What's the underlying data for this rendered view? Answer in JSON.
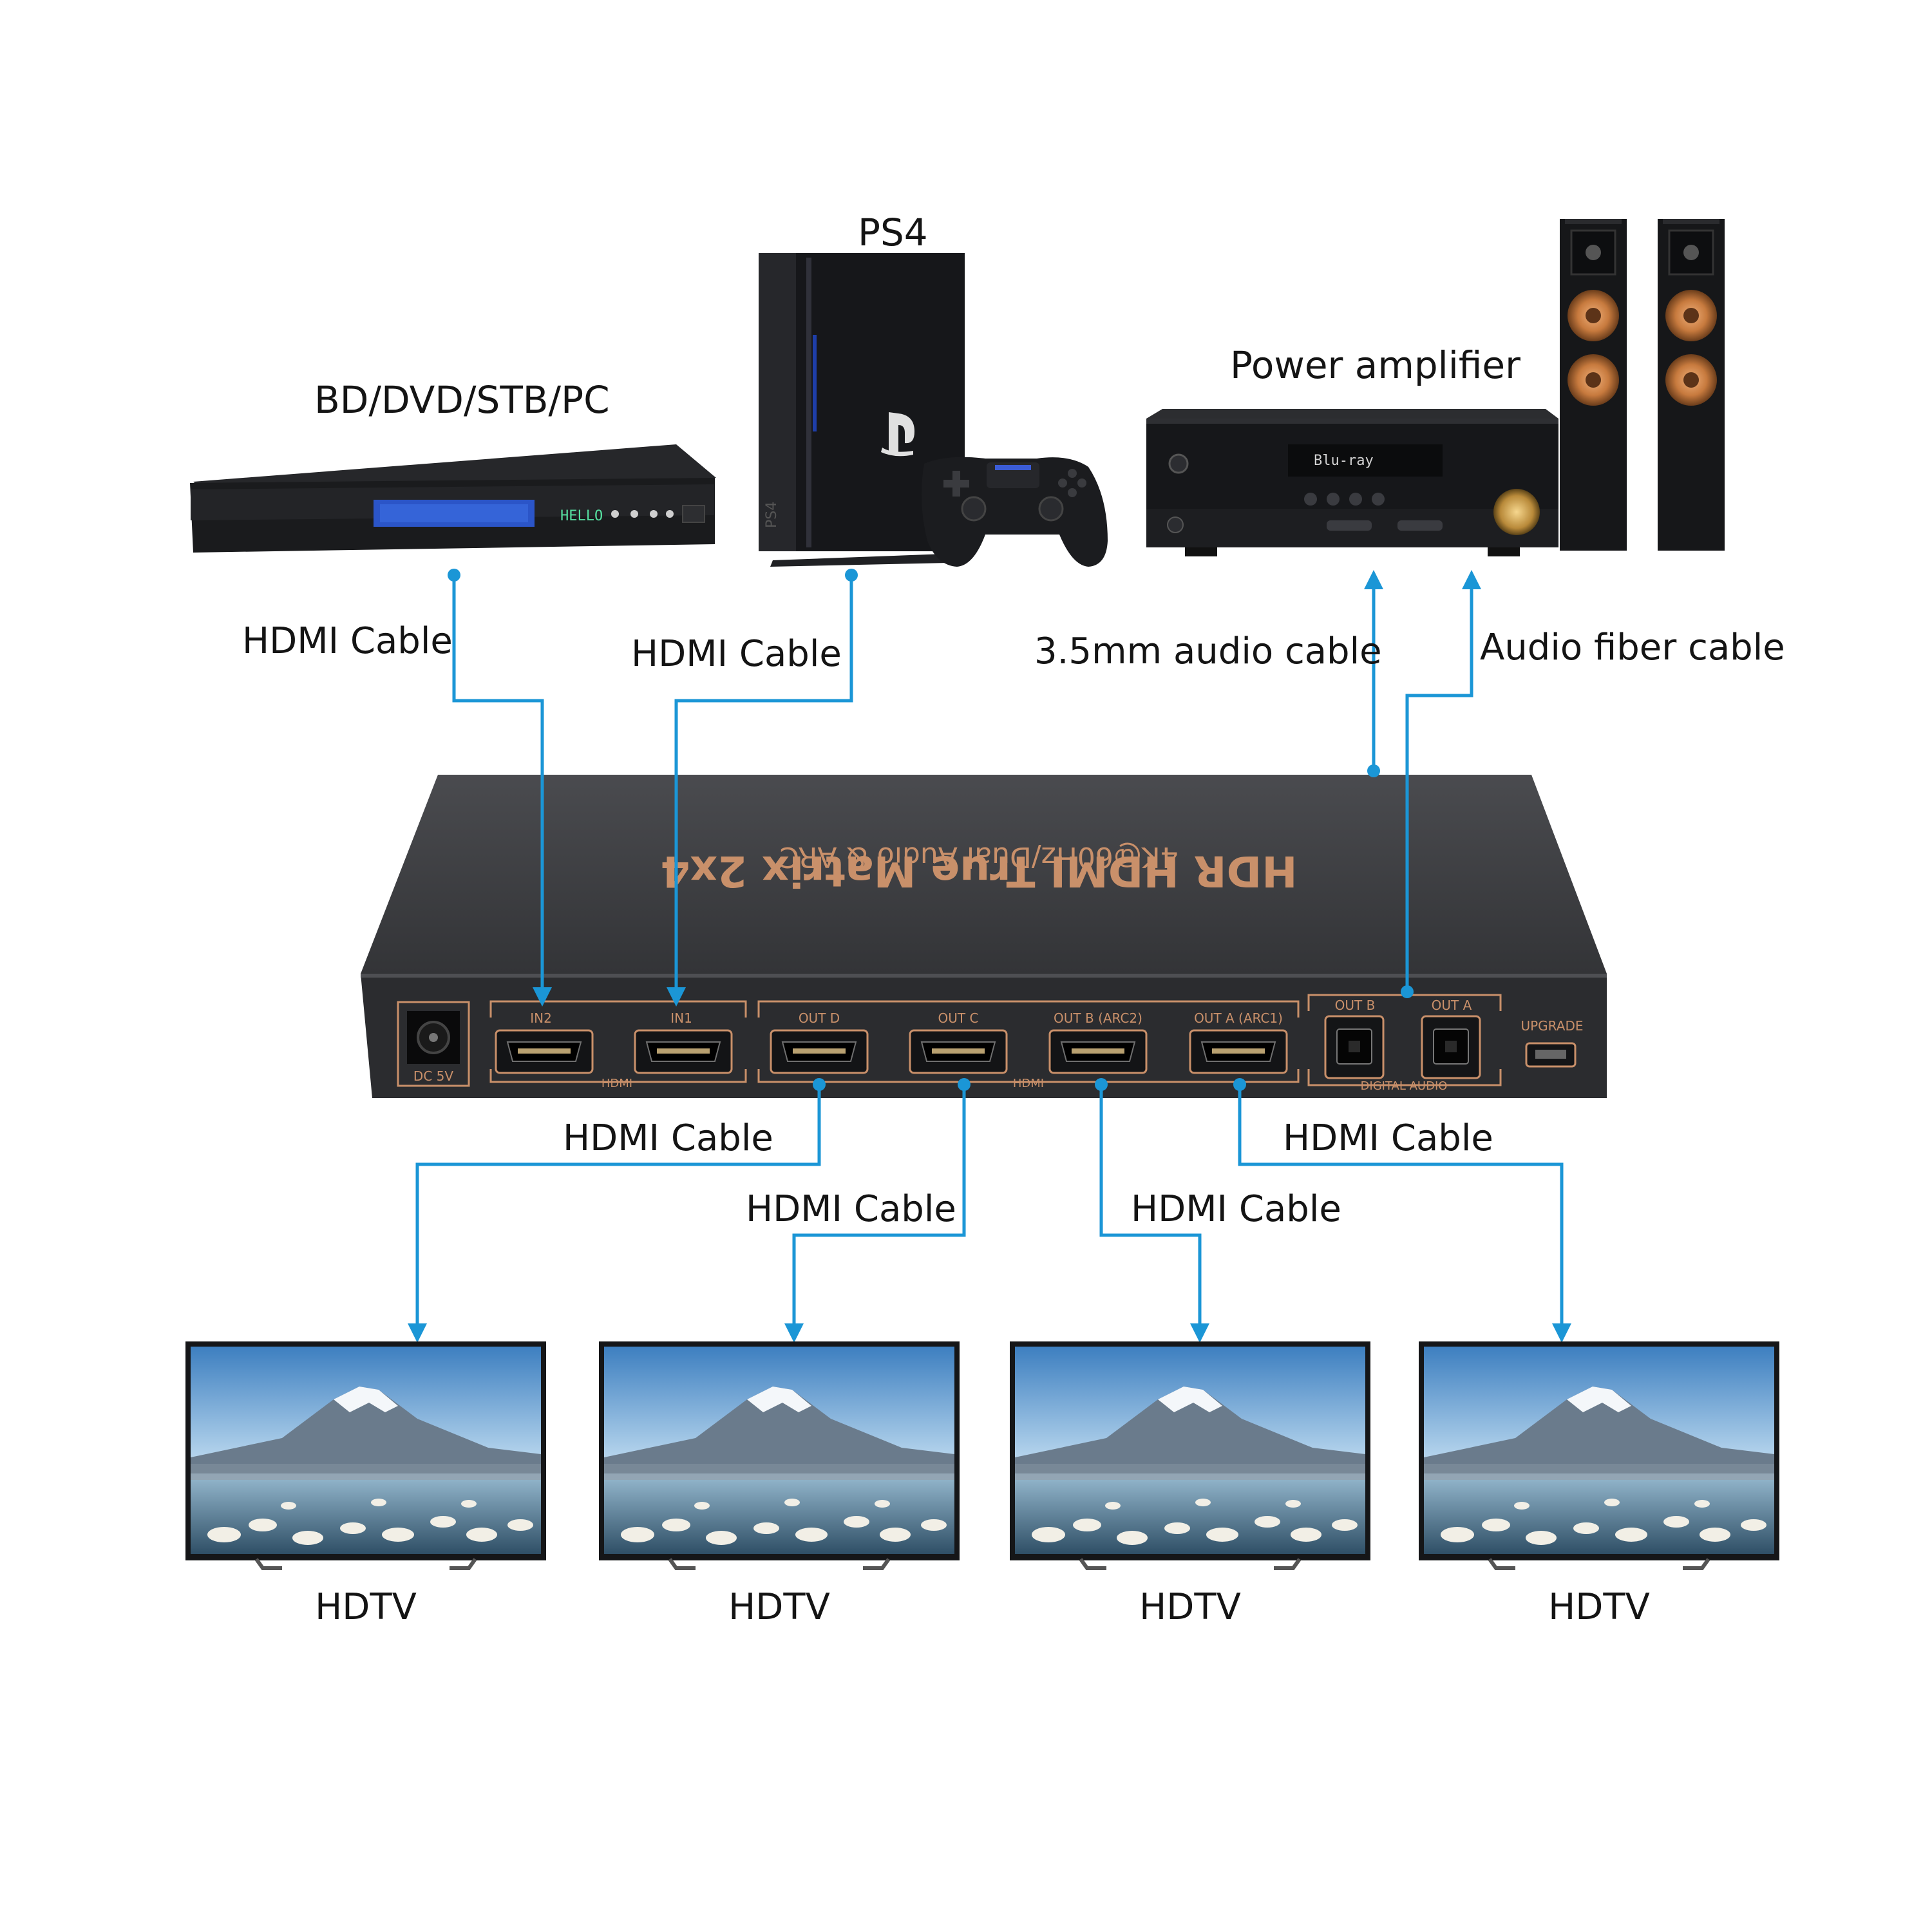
{
  "devices": {
    "bd": "BD/DVD/STB/PC",
    "ps4": "PS4",
    "amp": "Power amplifier",
    "bd_screen": "HELLO",
    "amp_display": "Blu-ray",
    "ps4_side": "PS4"
  },
  "cables": {
    "in2": "HDMI Cable",
    "in1": "HDMI Cable",
    "audio35": "3.5mm audio cable",
    "fiber": "Audio fiber cable",
    "out_d": "HDMI Cable",
    "out_c": "HDMI Cable",
    "out_b": "HDMI Cable",
    "out_a": "HDMI Cable"
  },
  "matrix": {
    "title": "HDR HDMI True Matrix 2x4",
    "subtitle": "4K@60Hz/Dual Audio & ARC",
    "ports": {
      "dc": "DC 5V",
      "in2": "IN2",
      "in1": "IN1",
      "hdmi_in": "HDMI",
      "out_d": "OUT D",
      "out_c": "OUT C",
      "out_b": "OUT B (ARC2)",
      "out_a": "OUT A (ARC1)",
      "hdmi_out": "HDMI",
      "opt_b": "OUT B",
      "opt_a": "OUT A",
      "digital_audio": "DIGITAL AUDIO",
      "upgrade": "UPGRADE"
    }
  },
  "tvs": [
    "HDTV",
    "HDTV",
    "HDTV",
    "HDTV"
  ],
  "colors": {
    "cable": "#1b96d6",
    "device": "#1e1f22",
    "matrix_top": "#3d3e41",
    "matrix_front": "#2c2d30",
    "matrix_text": "#c9906a",
    "speaker_cone": "#c77a3e"
  }
}
